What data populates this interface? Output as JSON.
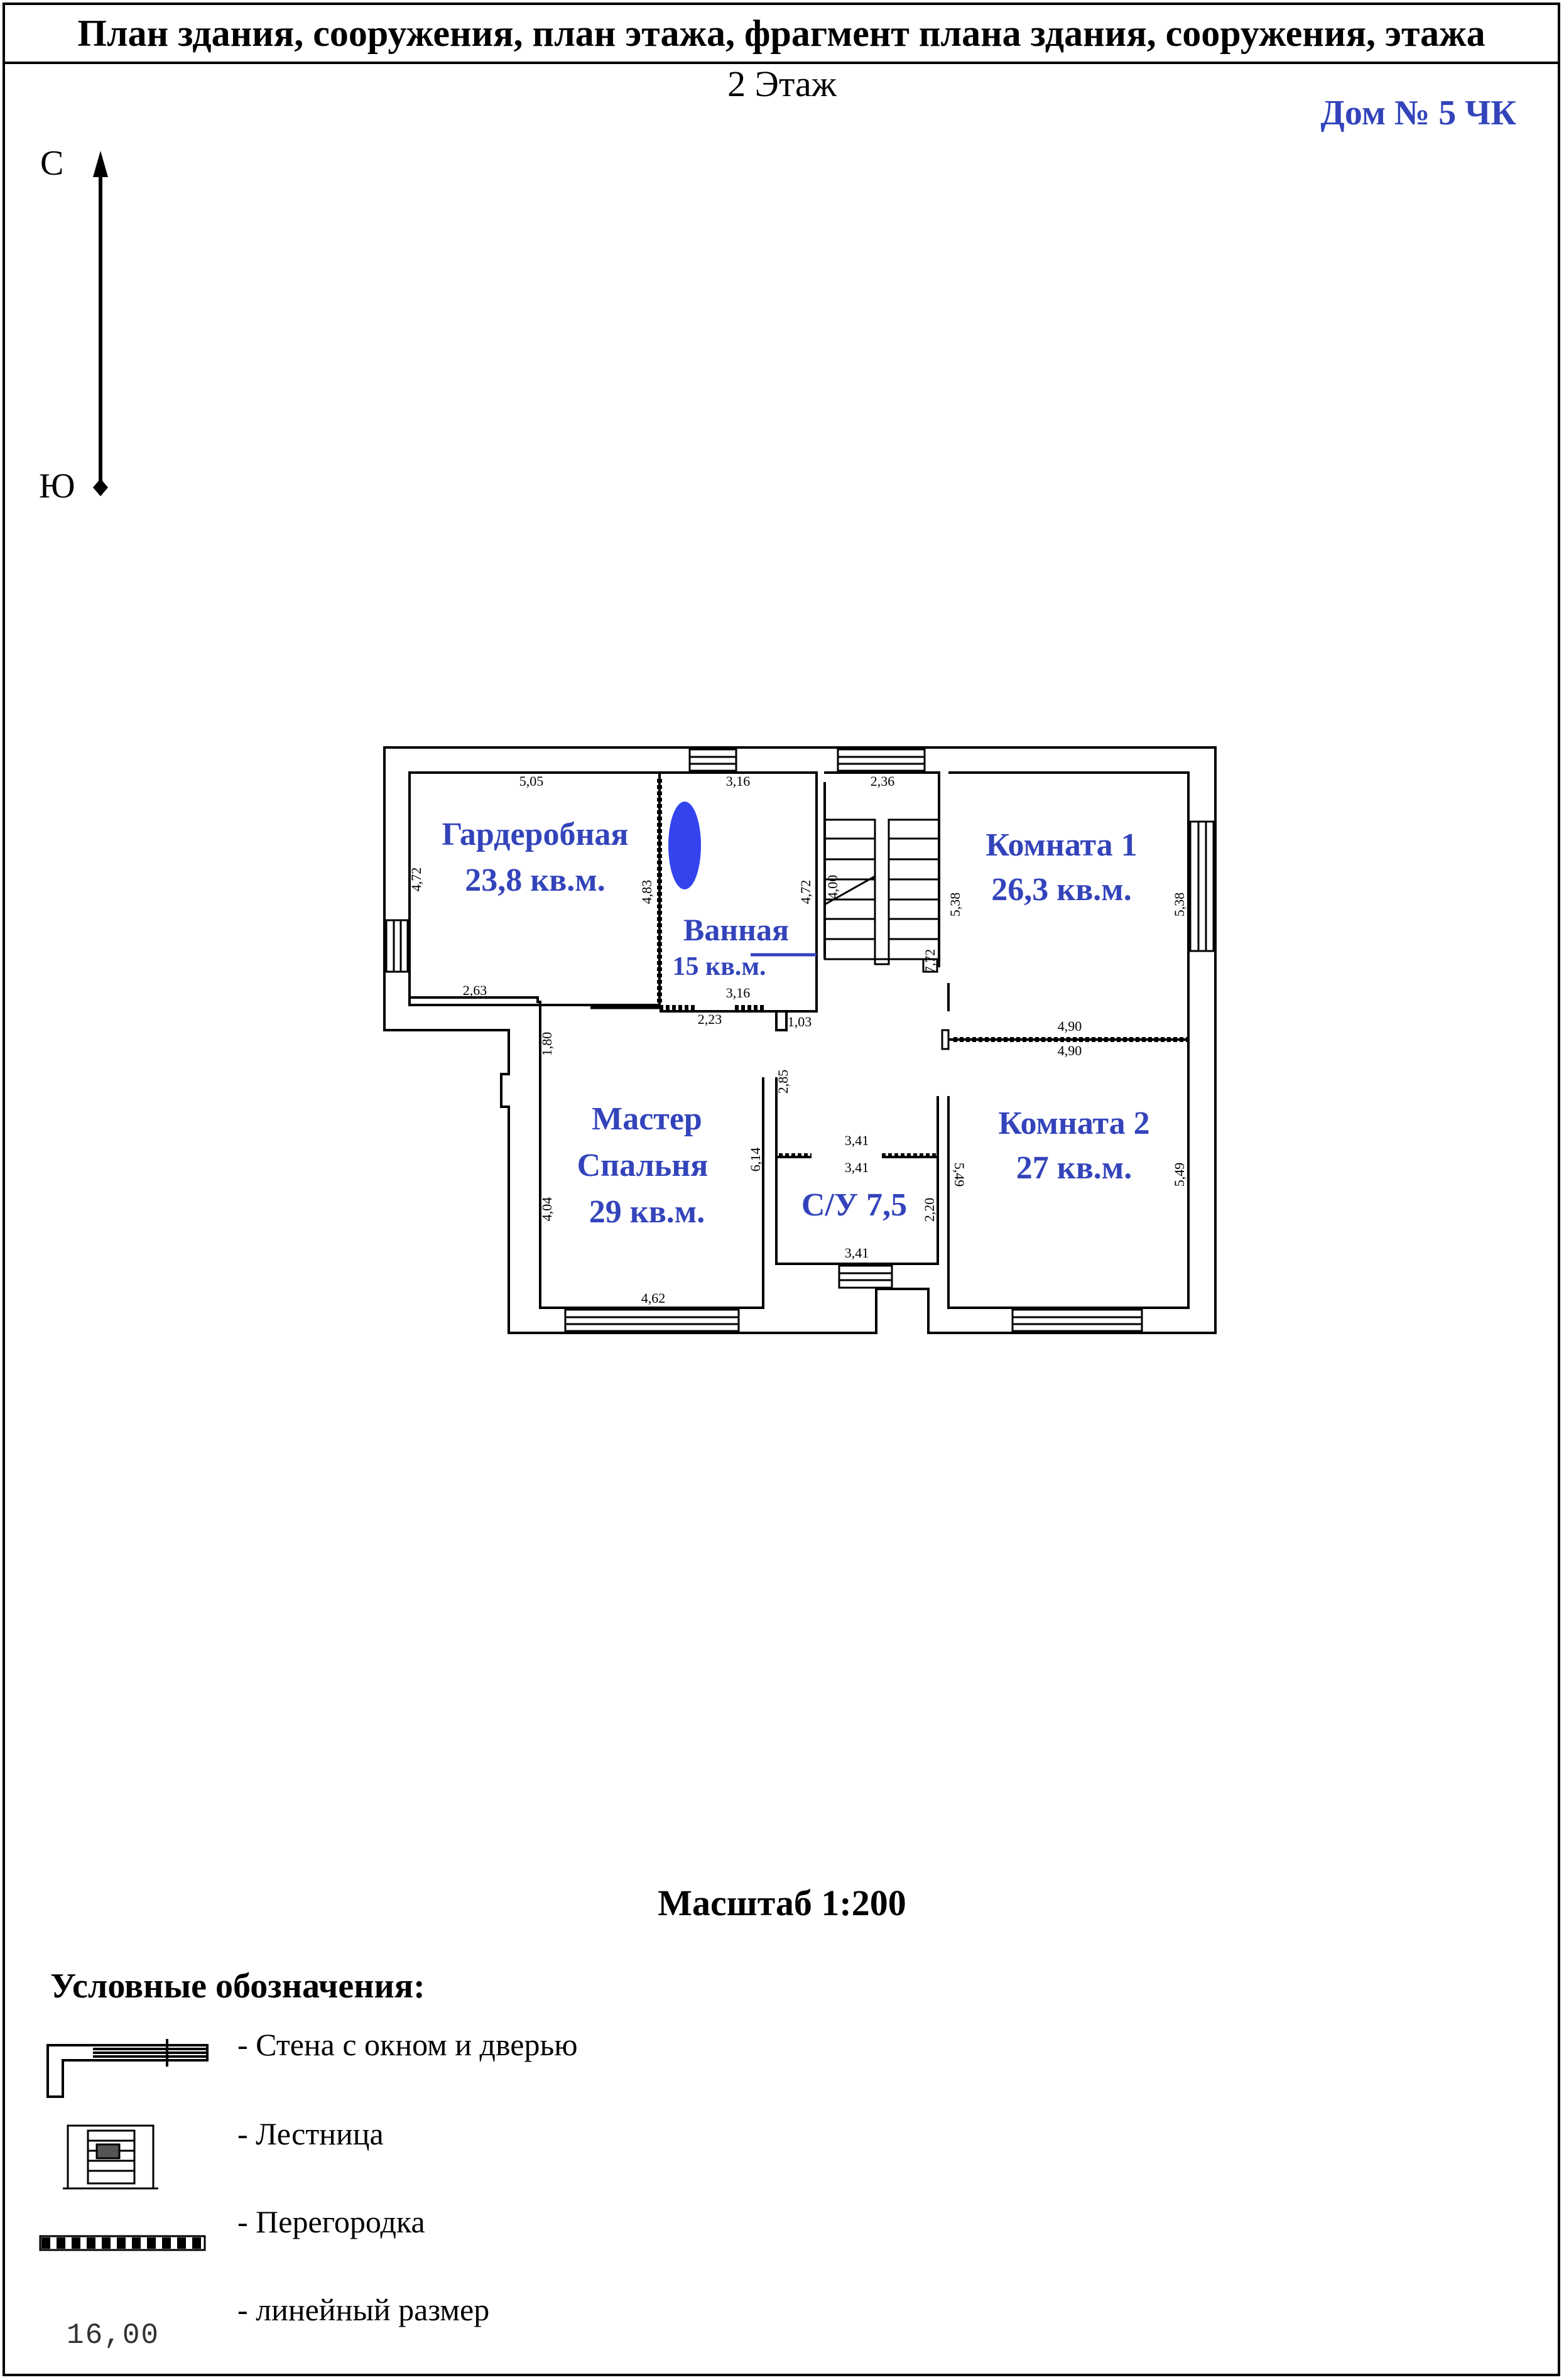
{
  "header": {
    "title": "План здания, сооружения, план этажа, фрагмент плана здания, сооружения, этажа"
  },
  "floor": "2 Этаж",
  "house": "Дом № 5 ЧК",
  "compass": {
    "north": "С",
    "south": "Ю"
  },
  "rooms": {
    "wardrobe": {
      "name": "Гардеробная",
      "area": "23,8 кв.м."
    },
    "bath": {
      "name": "Ванная",
      "area": "15 кв.м."
    },
    "room1": {
      "name": "Комната 1",
      "area": "26,3 кв.м."
    },
    "master": {
      "line1": "Мастер",
      "line2": "Спальня",
      "area": "29 кв.м."
    },
    "wc": {
      "name": "С/У 7,5"
    },
    "room2": {
      "name": "Комната 2",
      "area": "27 кв.м."
    }
  },
  "dims": {
    "d505": "5,05",
    "d316a": "3,16",
    "d236": "2,36",
    "d472a": "4,72",
    "d483": "4,83",
    "d472b": "4,72",
    "d400": "4,00",
    "d538a": "5,38",
    "d538b": "5,38",
    "d772": "7,72",
    "d263": "2,63",
    "d223": "2,23",
    "d316b": "3,16",
    "d103": "1,03",
    "d490a": "4,90",
    "d490b": "4,90",
    "d180": "1,80",
    "d285": "2,85",
    "d614": "6,14",
    "d341a": "3,41",
    "d341b": "3,41",
    "d341c": "3,41",
    "d220": "2,20",
    "d549a": "5,49",
    "d549b": "5,49",
    "d404": "4,04",
    "d462": "4,62"
  },
  "scale": "Масштаб 1:200",
  "legend": {
    "title": "Условные обозначения:",
    "items": [
      {
        "text": "- Стена с окном и дверью"
      },
      {
        "text": "- Лестница"
      },
      {
        "text": "- Перегородка"
      },
      {
        "text": "- линейный размер"
      }
    ],
    "sample_dimension": "16,00"
  },
  "colors": {
    "label": "#3344bb",
    "bath_fixture": "#3344ee"
  }
}
